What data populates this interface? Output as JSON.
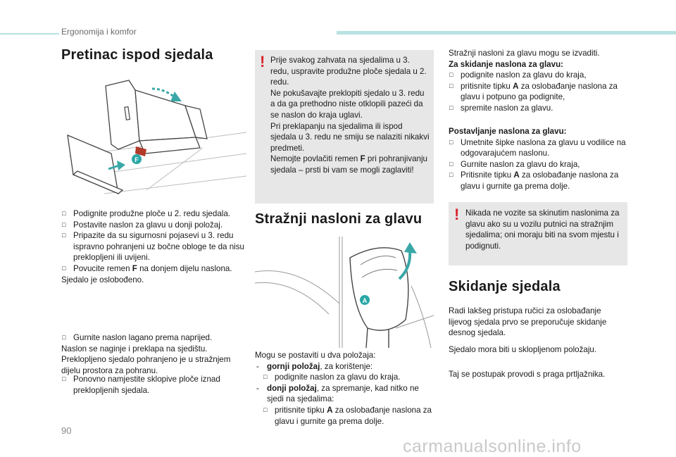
{
  "header": {
    "section": "Ergonomija i komfor"
  },
  "left": {
    "title": "Pretinac ispod sjedala",
    "steps1": [
      "Podignite produžne ploče u 2. redu sjedala.",
      "Postavite naslon za glavu u donji položaj.",
      "Pripazite da su sigurnosni pojasevi u 3. redu ispravno pohranjeni uz bočne obloge te da nisu preklopljeni ili uvijeni."
    ],
    "step4_a": "Povucite remen ",
    "step4_b": "F",
    "step4_c": " na donjem dijelu naslona.",
    "released": "Sjedalo je oslobođeno.",
    "step5": "Gurnite naslon lagano prema naprijed.",
    "folds": "Naslon se naginje i preklapa na sjedištu.",
    "stored": "Preklopljeno sjedalo pohranjeno je u stražnjem dijelu prostora za pohranu.",
    "step6": "Ponovno namjestite sklopive ploče iznad preklopljenih sjedala.",
    "figure_label": "F"
  },
  "middle": {
    "warning": [
      "Prije svakog zahvata na sjedalima u 3. redu, uspravite produžne ploče sjedala u 2. redu.",
      "Ne pokušavajte preklopiti sjedalo u 3. redu a da ga prethodno niste otklopili pazeći da se naslon do kraja uglavi.",
      "Pri preklapanju na sjedalima ili ispod sjedala u 3. redu ne smiju se nalaziti nikakvi predmeti."
    ],
    "warn4_a": "Nemojte povlačiti remen ",
    "warn4_b": "F",
    "warn4_c": " pri pohranjivanju sjedala – prsti bi vam se mogli zaglaviti!",
    "title": "Stražnji nasloni za glavu",
    "figure_label": "A",
    "positions_intro": "Mogu se postaviti u dva položaja:",
    "pos1_name": "gornji položaj",
    "pos1_rest": ", za korištenje:",
    "pos1_step": "podignite naslon za glavu do kraja.",
    "pos2_name": "donji položaj",
    "pos2_rest": ", za spremanje, kad nitko ne sjedi na sjedalima:",
    "pos2_step_a": "pritisnite tipku ",
    "pos2_step_b": "A",
    "pos2_step_c": " za oslobađanje naslona za glavu i gurnite ga prema dolje."
  },
  "right": {
    "intro": "Stražnji nasloni za glavu mogu se izvaditi.",
    "remove_title": "Za skidanje naslona za glavu:",
    "remove1": "podignite naslon za glavu do kraja,",
    "remove2_a": "pritisnite tipku ",
    "remove2_b": "A",
    "remove2_c": " za oslobađanje naslona za glavu i potpuno ga podignite,",
    "remove3": "spremite naslon za glavu.",
    "install_title": "Postavljanje naslona za glavu:",
    "install1": "Umetnite šipke naslona za glavu u vodilice na odgovarajućem naslonu.",
    "install2": "Gurnite naslon za glavu do kraja,",
    "install3_a": "Pritisnite tipku ",
    "install3_b": "A",
    "install3_c": " za oslobađanje naslona za glavu i gurnite ga prema dolje.",
    "warning": "Nikada ne vozite sa skinutim naslonima za glavu ako su u vozilu putnici na stražnjim sjedalima; oni moraju biti na svom mjestu i podignuti.",
    "title2": "Skidanje sjedala",
    "para1": "Radi lakšeg pristupa ručici za oslobađanje lijevog sjedala prvo se preporučuje skidanje desnog sjedala.",
    "para2": "Sjedalo mora biti u sklopljenom položaju.",
    "para3": "Taj se postupak provodi s praga prtljažnika."
  },
  "footer": {
    "page": "90",
    "watermark": "carmanualsonline.info"
  },
  "colors": {
    "accent": "#b8e2e2",
    "warning_icon": "#d9232e",
    "warning_bg": "#e7e7e7",
    "figure_marker": "#2aa6a6"
  }
}
